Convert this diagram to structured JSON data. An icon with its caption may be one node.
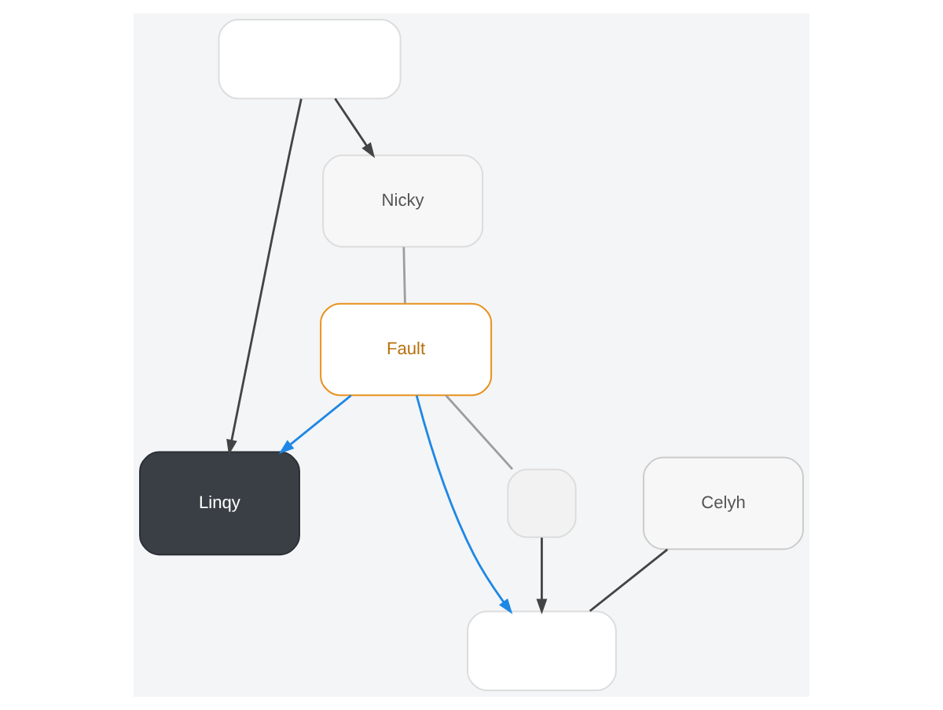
{
  "diagram": {
    "nodes": [
      {
        "text": [],
        "shape": "box"
      },
      {
        "text": [
          "Linqy"
        ]
      },
      {
        "text": [
          "Nicky"
        ]
      },
      {
        "text": [
          "Fault"
        ]
      },
      {
        "text": [
          "Celyh"
        ]
      },
      {
        "text": [],
        "shape": "box"
      },
      {
        "text": [],
        "shape": "box"
      }
    ],
    "edges": [
      {
        "from": 0,
        "to": 1,
        "arrow": "to"
      },
      {
        "from": 0,
        "to": 2,
        "arrow": "to"
      },
      {
        "from": 3,
        "to": 1,
        "arrow": "to",
        "color": "#1e88e5"
      },
      {
        "from": 2,
        "to": 3,
        "arrow": "none",
        "color": "#9e9e9e"
      },
      {
        "from": 3,
        "to": 6,
        "arrow": "none",
        "color": "#9e9e9e"
      },
      {
        "from": 6,
        "to": 5,
        "arrow": "to"
      },
      {
        "from": 4,
        "to": 5,
        "arrow": "none"
      },
      {
        "from": 3,
        "to": 5,
        "arrow": "to",
        "color": "#1e88e5"
      }
    ]
  }
}
